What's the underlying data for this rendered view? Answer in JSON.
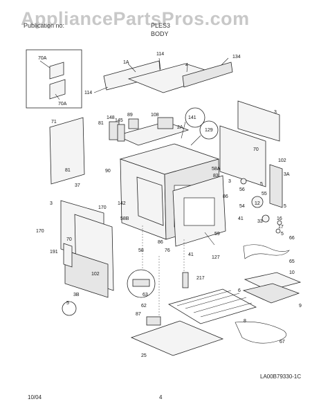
{
  "header": {
    "watermark": "AppliancePartsPros.com",
    "partial_header": "Publication no:",
    "partial_model": "PLES3",
    "section": "BODY"
  },
  "footer": {
    "date": "10/04",
    "page": "4",
    "diagram_code": "LA00B79330-1C"
  },
  "labels": {
    "l70a_a": "70A",
    "l70a_b": "70A",
    "l114_top": "114",
    "l1a": "1A",
    "l4": "4",
    "l134": "134",
    "l114_left": "114",
    "l3_top": "3",
    "l71": "71",
    "l148": "148",
    "l145": "145",
    "l81_top": "81",
    "l89": "89",
    "l108": "108",
    "l141": "141",
    "l2a": "2A",
    "l129": "129",
    "l70_right": "70",
    "l102_right": "102",
    "l3a": "3A",
    "l81_mid": "81",
    "l90": "90",
    "l37": "37",
    "l3_left": "3",
    "l58a": "58A",
    "l83": "83",
    "l3_door": "3",
    "l5_a": "5",
    "l56": "56",
    "l55": "55",
    "l54": "54",
    "l12": "12",
    "l5_b": "5",
    "l86_right": "86",
    "l170_a": "170",
    "l142": "142",
    "l58b": "58B",
    "l170_b": "170",
    "l70_left": "70",
    "l41_a": "41",
    "l33": "33",
    "l16": "16",
    "l17": "17",
    "l5_c": "5",
    "l191": "191",
    "l86_mid": "86",
    "l76": "76",
    "l59": "59",
    "l66": "66",
    "l41_b": "41",
    "l127": "127",
    "l58": "58",
    "l102_left": "102",
    "l65": "65",
    "l10": "10",
    "l63": "63",
    "l217": "217",
    "l6": "6",
    "l3b": "3B",
    "l9": "9",
    "l5_d": "5",
    "l62": "62",
    "l87": "87",
    "l8": "8",
    "l67": "67",
    "l25": "25"
  }
}
